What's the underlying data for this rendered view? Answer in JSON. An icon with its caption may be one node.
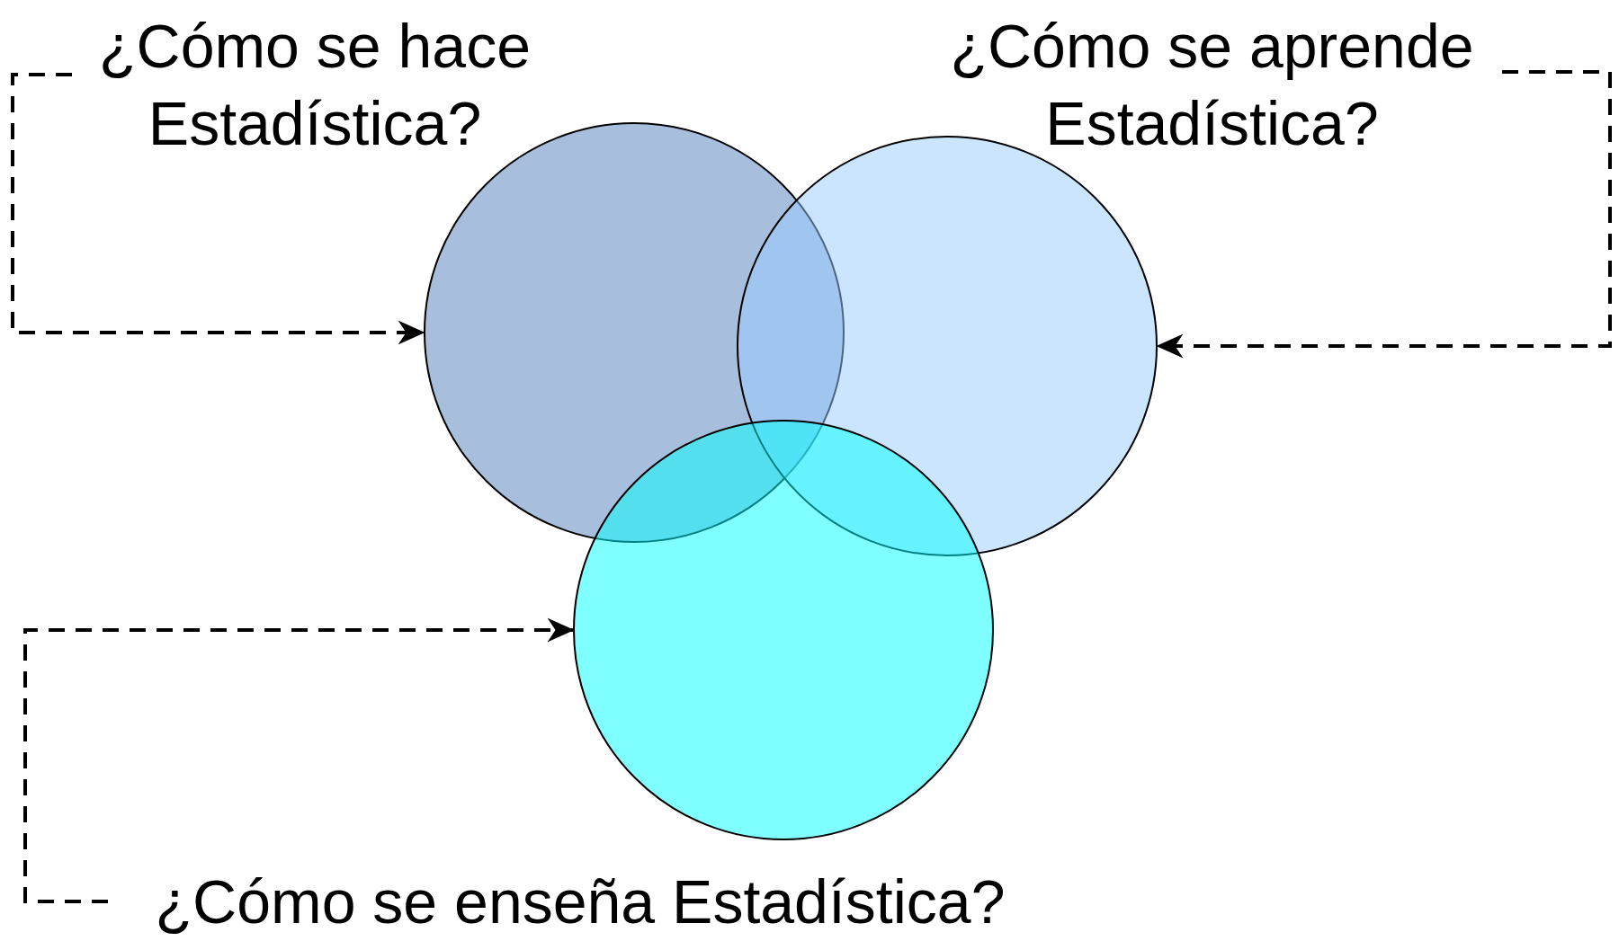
{
  "diagram": {
    "nodes": [
      {
        "text": [
          "¿Cómo se hace Estadística?"
        ]
      },
      {
        "text": [
          "¿Cómo se aprende Estadística?"
        ]
      },
      {
        "text": [],
        "shape": "circle"
      },
      {
        "text": [],
        "shape": "circle"
      },
      {
        "text": [],
        "shape": "circle"
      },
      {
        "text": [
          "¿Cómo se enseña Estadística?"
        ]
      }
    ],
    "edges": [
      {
        "from": 0,
        "to": 2,
        "arrow": "to",
        "style": "dashed"
      },
      {
        "from": 1,
        "to": 3,
        "arrow": "to",
        "style": "dashed"
      },
      {
        "from": 5,
        "to": 4,
        "arrow": "to",
        "style": "dashed"
      }
    ]
  }
}
